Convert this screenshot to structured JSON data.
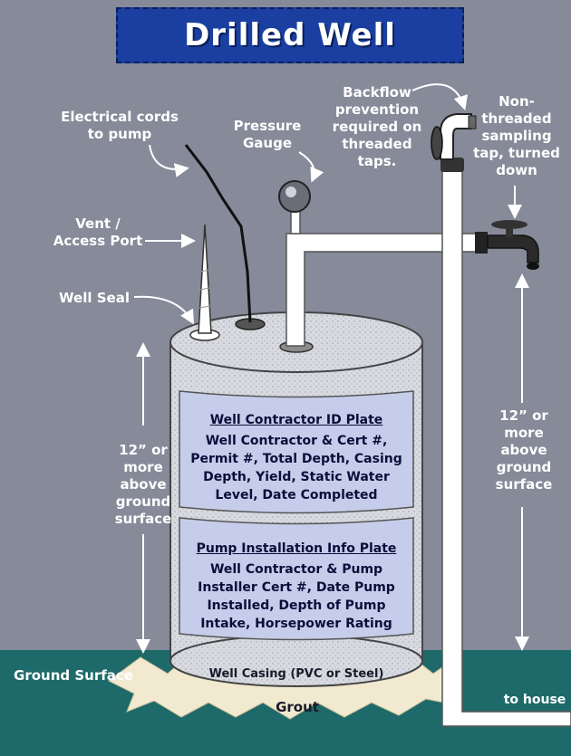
{
  "title": "Drilled Well",
  "labels": {
    "electrical_cords": [
      "Electrical cords",
      "to pump"
    ],
    "pressure_gauge": [
      "Pressure",
      "Gauge"
    ],
    "backflow": [
      "Backflow",
      "prevention",
      "required on",
      "threaded",
      "taps."
    ],
    "sampling_tap": [
      "Non-",
      "threaded",
      "sampling",
      "tap, turned",
      "down"
    ],
    "vent": [
      "Vent /",
      "Access Port"
    ],
    "well_seal": "Well Seal",
    "height_left": [
      "12” or",
      "more",
      "above",
      "ground",
      "surface"
    ],
    "height_right": [
      "12” or",
      "more",
      "above",
      "ground",
      "surface"
    ],
    "ground_surface": "Ground Surface",
    "well_casing": "Well Casing (PVC or Steel)",
    "grout": "Grout",
    "to_house": "to house"
  },
  "plates": {
    "contractor": {
      "title": "Well Contractor ID Plate",
      "lines": [
        "Well Contractor & Cert #,",
        "Permit #, Total Depth, Casing",
        "Depth, Yield, Static Water",
        "Level, Date Completed"
      ]
    },
    "pump": {
      "title": "Pump Installation Info Plate",
      "lines": [
        "Well Contractor & Pump",
        "Installer Cert #, Date Pump",
        "Installed, Depth of Pump",
        "Intake, Horsepower Rating"
      ]
    }
  },
  "colors": {
    "background": "#868a99",
    "ground": "#1e6a6a",
    "title_box": "#1a3fa0",
    "plate": "#c5cdea"
  }
}
